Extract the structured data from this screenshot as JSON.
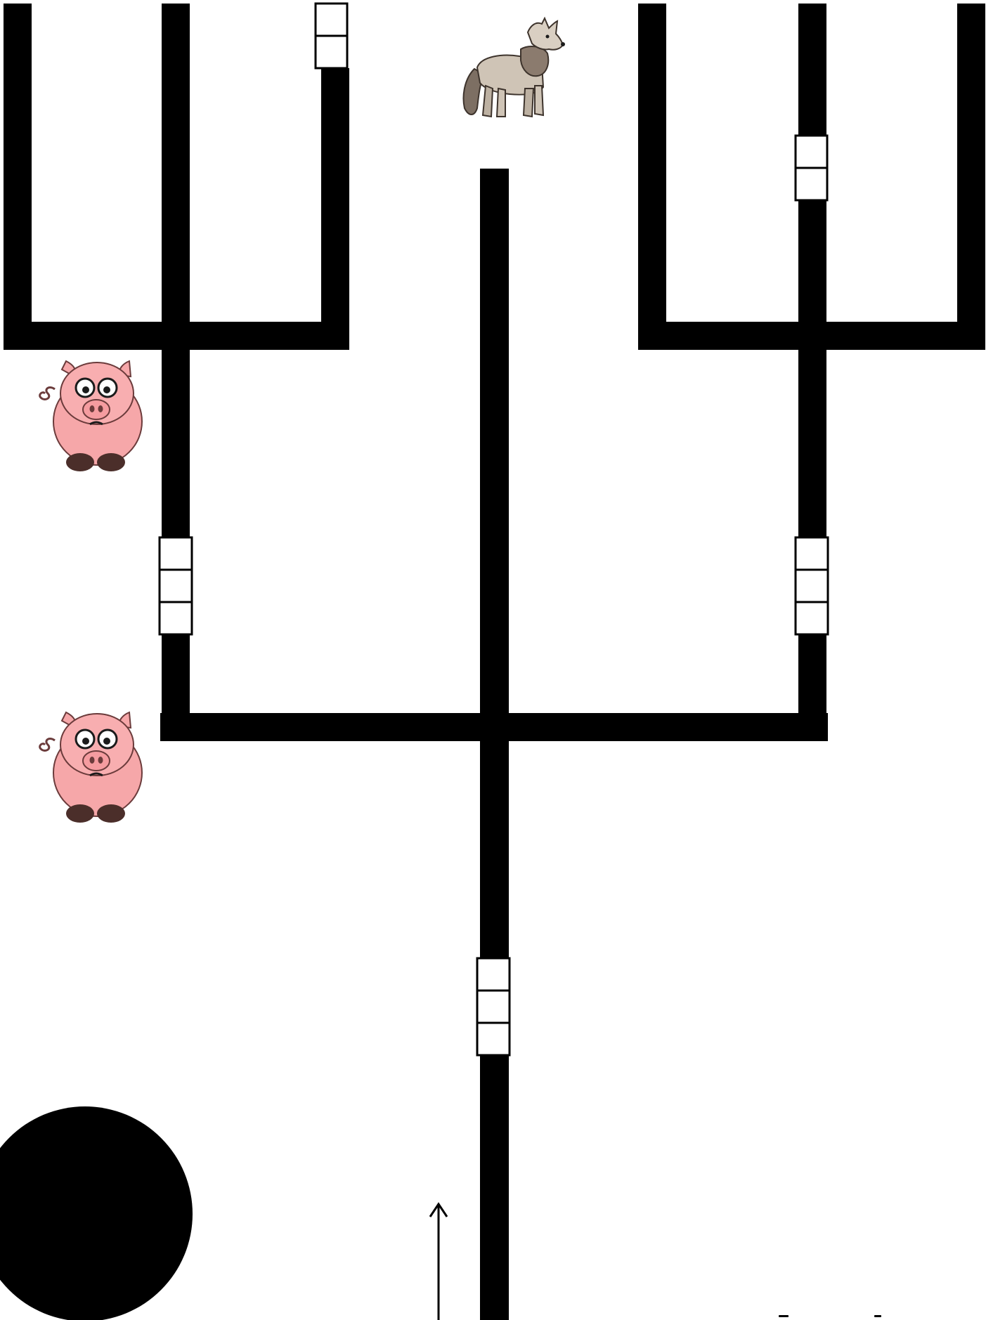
{
  "game": {
    "background_color": "#ffffff",
    "track_color": "#000000",
    "gate_fill": "#ffffff",
    "gate_stroke": "#000000",
    "pieces": [
      {
        "name": "wolf-piece",
        "icon": "wolf-icon",
        "fur_color": "#cfc4b6",
        "shade_color": "#7d6f63"
      },
      {
        "name": "pig-piece-upper",
        "icon": "pig-icon",
        "body_color": "#f6a7a9",
        "outline_color": "#6b3b3b",
        "hoof_color": "#4b2e2a"
      },
      {
        "name": "pig-piece-lower",
        "icon": "pig-icon",
        "body_color": "#f6a7a9",
        "outline_color": "#6b3b3b",
        "hoof_color": "#4b2e2a"
      }
    ],
    "gates": [
      {
        "name": "gate-top-left-branch",
        "cells": 2
      },
      {
        "name": "gate-top-right-branch",
        "cells": 2
      },
      {
        "name": "gate-left-stem",
        "cells": 3
      },
      {
        "name": "gate-right-stem",
        "cells": 3
      },
      {
        "name": "gate-main-trunk",
        "cells": 3
      }
    ],
    "direction_arrow": "arrow-up-icon",
    "token": "black-circle-token"
  }
}
